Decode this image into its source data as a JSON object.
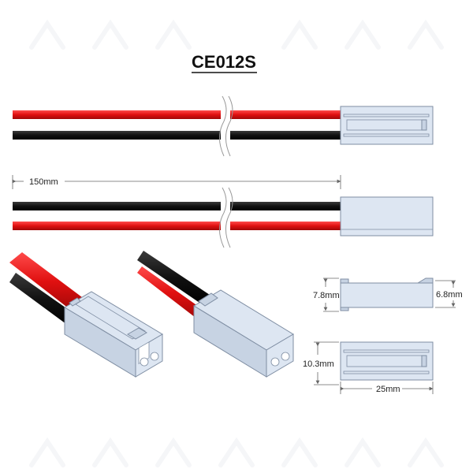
{
  "title": "CE012S",
  "dimensions": {
    "length": "150mm",
    "height_a": "7.8mm",
    "height_b": "6.8mm",
    "height_c": "10.3mm",
    "width": "25mm"
  },
  "colors": {
    "red_wire": "#e01010",
    "black_wire": "#111111",
    "housing": "#dde6f2",
    "housing_outline": "#7f8ea3"
  }
}
